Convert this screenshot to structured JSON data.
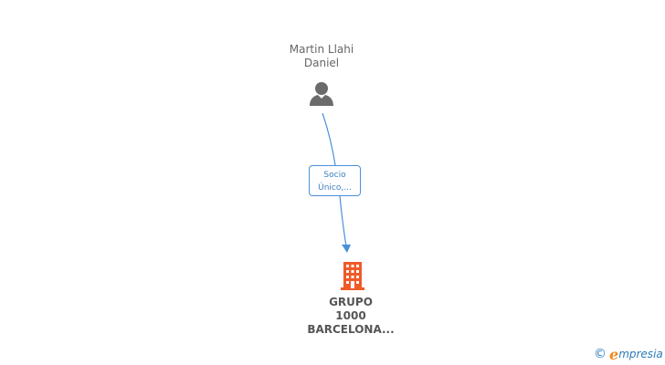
{
  "person": {
    "name_line1": "Martin Llahi",
    "name_line2": "Daniel",
    "icon": "person-icon"
  },
  "relation": {
    "line1": "Socio",
    "line2": "Único,..."
  },
  "company": {
    "name_line1": "GRUPO",
    "name_line2": "1000",
    "name_line3": "BARCELONA...",
    "icon": "building-icon",
    "color": "#f05a28"
  },
  "brand": {
    "copyright": "©",
    "e_letter": "e",
    "name": "mpresia"
  },
  "colors": {
    "connector": "#4a90d9",
    "person_icon": "#6b6b6b",
    "company_icon": "#f05a28"
  }
}
